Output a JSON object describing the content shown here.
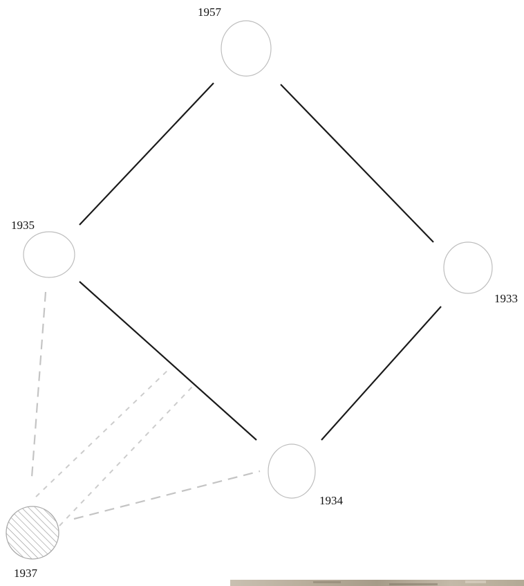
{
  "diagram": {
    "nodes": [
      {
        "id": "n1957",
        "label": "1957"
      },
      {
        "id": "n1935",
        "label": "1935"
      },
      {
        "id": "n1933",
        "label": "1933"
      },
      {
        "id": "n1934",
        "label": "1934"
      },
      {
        "id": "n1937",
        "label": "1937",
        "style": "hatched"
      }
    ],
    "edges": [
      {
        "from": "1957",
        "to": "1935",
        "style": "solid"
      },
      {
        "from": "1957",
        "to": "1933",
        "style": "solid"
      },
      {
        "from": "1935",
        "to": "1934",
        "style": "solid"
      },
      {
        "from": "1933",
        "to": "1934",
        "style": "solid"
      },
      {
        "from": "1937",
        "to": "1935",
        "style": "dashed"
      },
      {
        "from": "1937",
        "to": "1934",
        "style": "dashed"
      },
      {
        "from": "1937",
        "to": "1935-1934",
        "style": "dotted"
      },
      {
        "from": "1937",
        "to": "1935-1934",
        "style": "dotted"
      }
    ],
    "colors": {
      "solid_edge": "#1a1a1a",
      "dashed_edge": "#c4c4c4",
      "node_outline": "#bdbdbd",
      "hatch": "#9a9a9a"
    }
  }
}
